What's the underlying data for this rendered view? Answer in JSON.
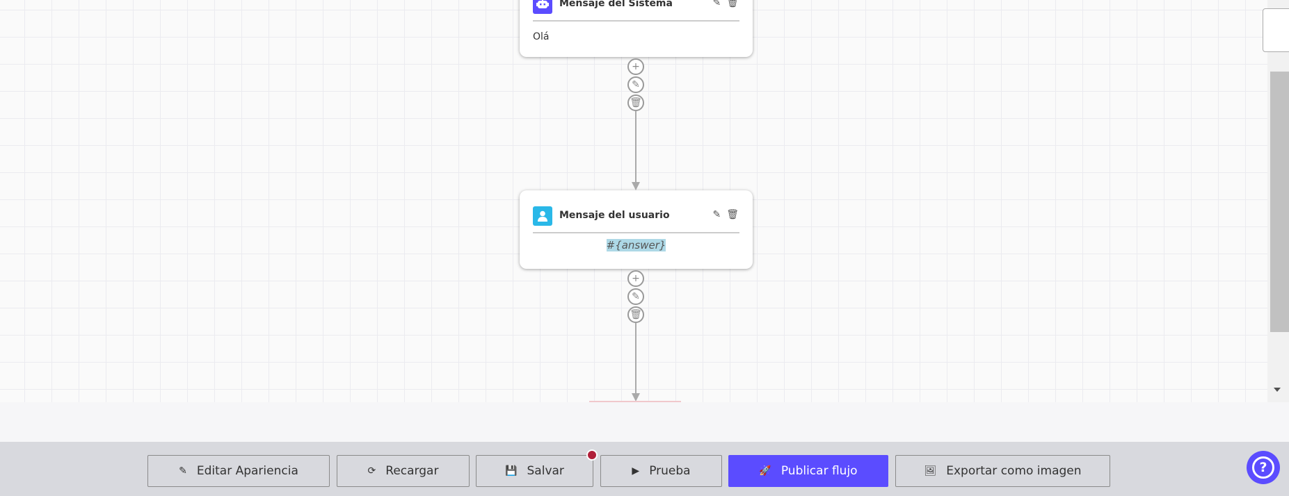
{
  "nodes": [
    {
      "title": "Mensaje del Sistema",
      "body": "Olá",
      "icon": "robot-icon",
      "icon_color": "#5b4cff"
    },
    {
      "title": "Mensaje del usuario",
      "body": "#{answer}",
      "icon": "user-icon",
      "icon_color": "#2ab8e8",
      "body_highlight": "#add8e6"
    }
  ],
  "toolbar": {
    "edit_appearance": "Editar Apariencia",
    "reload": "Recargar",
    "save": "Salvar",
    "test": "Prueba",
    "publish": "Publicar flujo",
    "export": "Exportar como imagen"
  },
  "colors": {
    "accent": "#5b4cff",
    "unsaved_dot": "#b0203a"
  },
  "help_icon": "question-circle-icon"
}
